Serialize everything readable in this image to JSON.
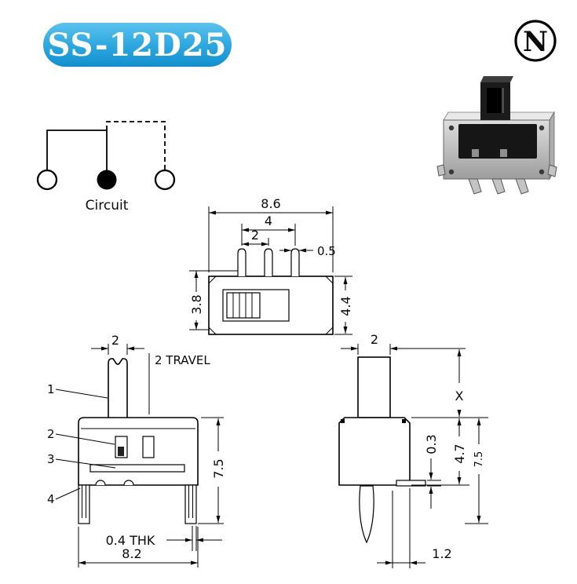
{
  "header": {
    "part_number": "SS-12D25",
    "logo_letter": "N"
  },
  "circuit": {
    "label": "Circuit"
  },
  "views": {
    "top": {
      "dim_width": "8.6",
      "dim_pin_span": "4",
      "dim_pin_pitch": "2",
      "dim_pin_width": "0.5",
      "dim_side_left": "3.8",
      "dim_side_right": "4.4"
    },
    "front": {
      "dim_knob": "2",
      "travel_label": "2 TRAVEL",
      "dim_height": "7.5",
      "thickness_label": "0.4 THK",
      "dim_width": "8.2",
      "callouts": [
        "1",
        "2",
        "3",
        "4"
      ]
    },
    "side": {
      "dim_knob": "2",
      "dim_stem_height": "X",
      "dim_terminal_thk": "0.3",
      "dim_body_height": "4.7",
      "dim_total_height": "7.5",
      "dim_pin_offset": "1.2"
    }
  },
  "colors": {
    "badge_blue": "#2fa8e0",
    "ink": "#000000"
  }
}
